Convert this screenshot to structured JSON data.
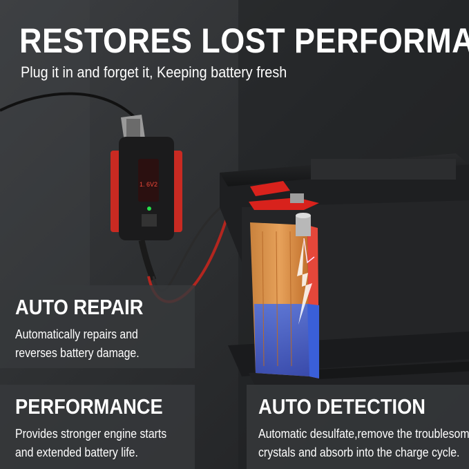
{
  "hero": {
    "title": "RESTORES LOST PERFORMANCE",
    "subtitle": "Plug it in and forget it, Keeping battery fresh"
  },
  "features": {
    "auto_repair": {
      "title": "AUTO REPAIR",
      "line1": "Automatically repairs and",
      "line2": "reverses battery damage."
    },
    "performance": {
      "title": "PERFORMANCE",
      "line1": "Provides stronger engine starts",
      "line2": "and extended battery life."
    },
    "auto_detection": {
      "title": "AUTO DETECTION",
      "line1": "Automatic desulfate,remove the troublesome",
      "line2": "crystals and absorb into the charge cycle."
    }
  },
  "charger": {
    "display_text": "1. 6V2"
  },
  "colors": {
    "accent_red": "#d8221c",
    "panel_bg": "#37393c",
    "text": "#ffffff",
    "electrolyte_blue": "#3a5fd8",
    "plate_orange": "#d88a3c"
  }
}
